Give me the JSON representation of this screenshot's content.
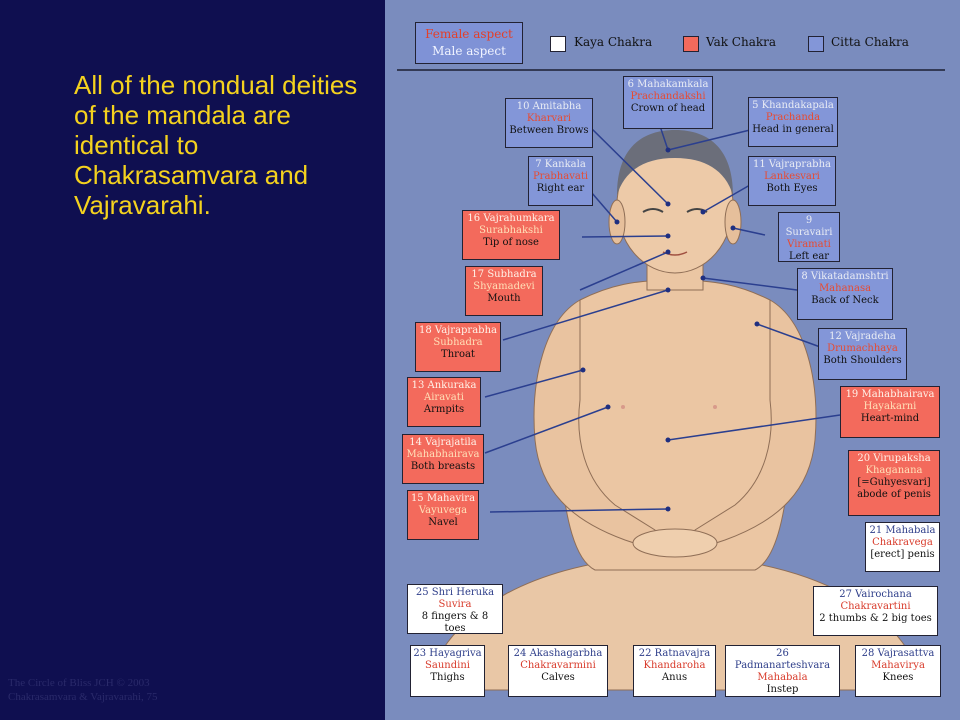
{
  "main_text": "All of the nondual deities of the mandala are identical to Chakrasamvara and Vajravarahi.",
  "footer": {
    "line1": "The Circle of Bliss JCH © 2003",
    "line2": "Chakrasamvara & Vajravarahi, 75"
  },
  "legend": {
    "female": "Female aspect",
    "male": "Male aspect",
    "kaya": "Kaya Chakra",
    "vak": "Vak Chakra",
    "citta": "Citta Chakra",
    "colors": {
      "kaya": "#ffffff",
      "vak": "#f36a5c",
      "citta": "#8396d8"
    }
  },
  "labels": [
    {
      "id": "6",
      "chakra": "citta",
      "name": "6 Mahakamkala",
      "female": "Prachandakshi",
      "location": "Crown of head"
    },
    {
      "id": "5",
      "chakra": "citta",
      "name": "5 Khandakapala",
      "female": "Prachanda",
      "location": "Head in general"
    },
    {
      "id": "10",
      "chakra": "citta",
      "name": "10 Amitabha",
      "female": "Kharvari",
      "location": "Between Brows"
    },
    {
      "id": "7",
      "chakra": "citta",
      "name": "7 Kankala",
      "female": "Prabhavati",
      "location": "Right ear"
    },
    {
      "id": "11",
      "chakra": "citta",
      "name": "11 Vajraprabha",
      "female": "Lankesvari",
      "location": "Both Eyes"
    },
    {
      "id": "16",
      "chakra": "vak",
      "name": "16 Vajrahumkara",
      "female": "Surabhakshi",
      "location": "Tip of nose"
    },
    {
      "id": "9",
      "chakra": "citta",
      "name": "9 Suravairi",
      "female": "Viramati",
      "location": "Left ear"
    },
    {
      "id": "17",
      "chakra": "vak",
      "name": "17 Subhadra",
      "female": "Shyamadevi",
      "location": "Mouth"
    },
    {
      "id": "8",
      "chakra": "citta",
      "name": "8 Vikatadamshtri",
      "female": "Mahanasa",
      "location": "Back of Neck"
    },
    {
      "id": "18",
      "chakra": "vak",
      "name": "18 Vajraprabha",
      "female": "Subhadra",
      "location": "Throat"
    },
    {
      "id": "12",
      "chakra": "citta",
      "name": "12 Vajradeha",
      "female": "Drumachhaya",
      "location": "Both Shoulders"
    },
    {
      "id": "13",
      "chakra": "vak",
      "name": "13 Ankuraka",
      "female": "Airavati",
      "location": "Armpits"
    },
    {
      "id": "19",
      "chakra": "vak",
      "name": "19 Mahabhairava",
      "female": "Hayakarni",
      "location": "Heart-mind"
    },
    {
      "id": "14",
      "chakra": "vak",
      "name": "14 Vajrajatila",
      "female": "Mahabhairava",
      "location": "Both breasts"
    },
    {
      "id": "20",
      "chakra": "vak",
      "name": "20 Virupaksha",
      "female": "Khaganana",
      "location": "[=Guhyesvari]",
      "location2": "abode of penis"
    },
    {
      "id": "15",
      "chakra": "vak",
      "name": "15 Mahavira",
      "female": "Vayuvega",
      "location": "Navel"
    },
    {
      "id": "21",
      "chakra": "kaya",
      "name": "21 Mahabala",
      "female": "Chakravega",
      "location": "[erect] penis"
    },
    {
      "id": "25",
      "chakra": "kaya",
      "name": "25 Shri Heruka",
      "female": "Suvira",
      "location": "8 fingers & 8 toes"
    },
    {
      "id": "27",
      "chakra": "kaya",
      "name": "27 Vairochana",
      "female": "Chakravartini",
      "location": "2 thumbs & 2 big toes"
    },
    {
      "id": "23",
      "chakra": "kaya",
      "name": "23 Hayagriva",
      "female": "Saundini",
      "location": "Thighs"
    },
    {
      "id": "24",
      "chakra": "kaya",
      "name": "24 Akashagarbha",
      "female": "Chakravarmini",
      "location": "Calves"
    },
    {
      "id": "22",
      "chakra": "kaya",
      "name": "22 Ratnavajra",
      "female": "Khandaroha",
      "location": "Anus"
    },
    {
      "id": "26",
      "chakra": "kaya",
      "name": "26 Padmanarteshvara",
      "female": "Mahabala",
      "location": "Instep"
    },
    {
      "id": "28",
      "chakra": "kaya",
      "name": "28 Vajrasattva",
      "female": "Mahavirya",
      "location": "Knees"
    }
  ]
}
